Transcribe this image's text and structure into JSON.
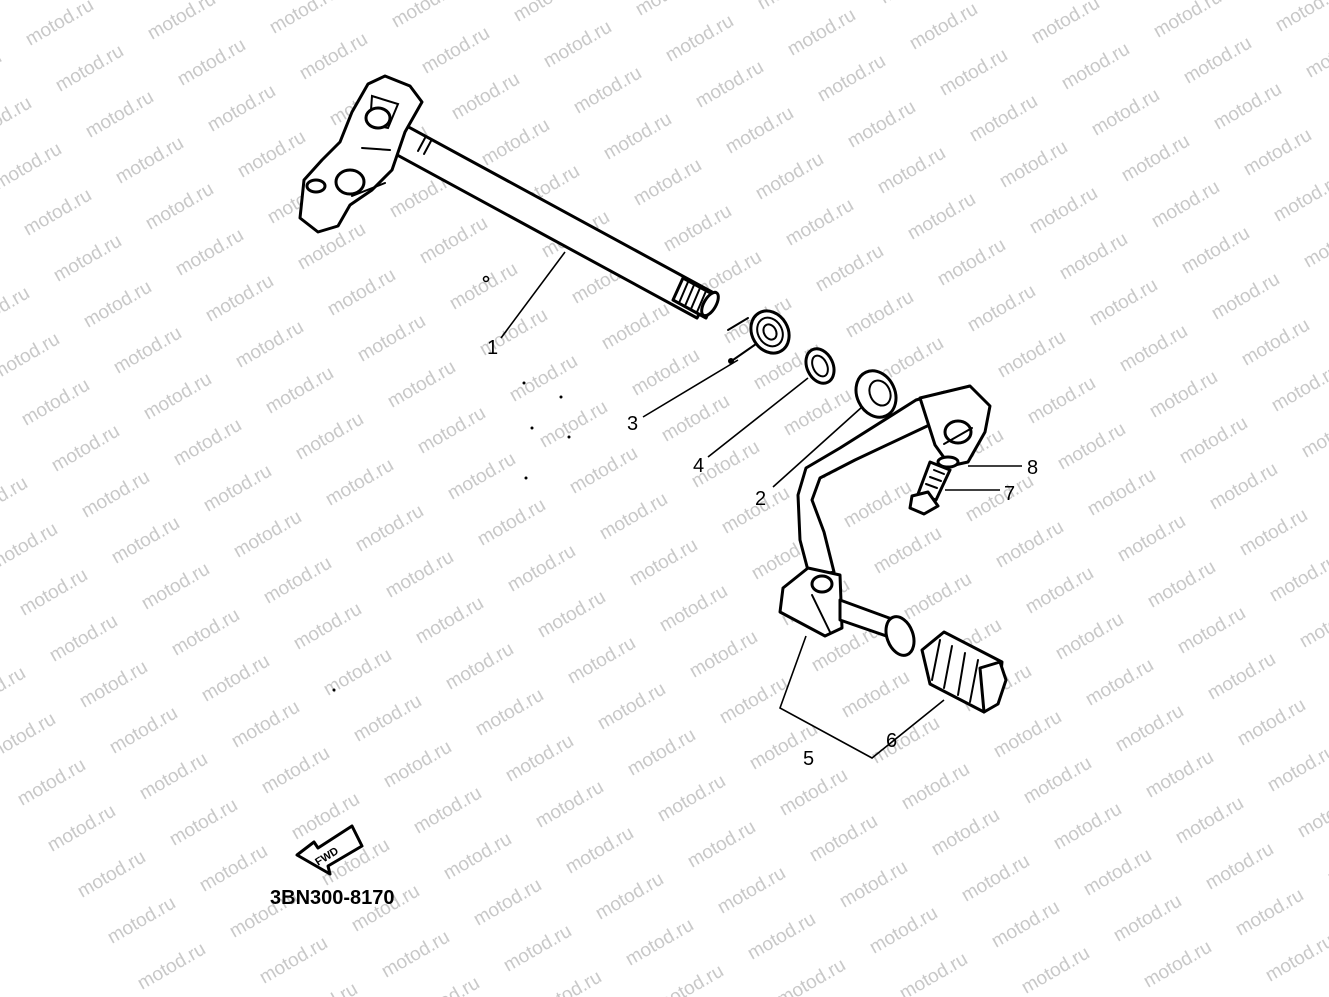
{
  "watermark": {
    "text": "motod.ru",
    "color": "#c8c8c8"
  },
  "diagram_code": "3BN300-8170",
  "front_arrow": {
    "label": "FWD",
    "icon": "front-direction-arrow"
  },
  "callouts": [
    {
      "id": "1",
      "label": "1"
    },
    {
      "id": "2",
      "label": "2"
    },
    {
      "id": "3",
      "label": "3"
    },
    {
      "id": "4",
      "label": "4"
    },
    {
      "id": "5",
      "label": "5"
    },
    {
      "id": "6",
      "label": "6"
    },
    {
      "id": "7",
      "label": "7"
    },
    {
      "id": "8",
      "label": "8"
    }
  ]
}
